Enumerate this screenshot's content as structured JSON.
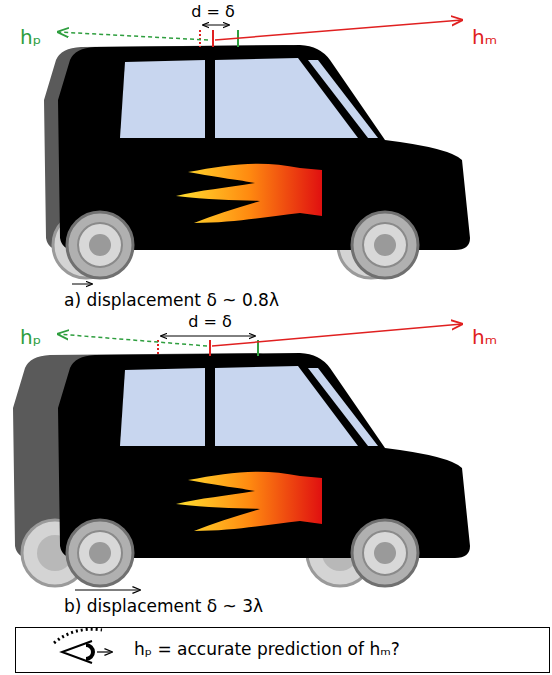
{
  "diagram": {
    "nodes": [
      {
        "text": [
          "hₚ = accurate prediction of hₘ?"
        ]
      }
    ],
    "labels": [
      "d = δ",
      "hₚ",
      "hₘ",
      "a) displacement δ ~ 0.8λ",
      "d = δ",
      "hₚ",
      "hₘ",
      "b) displacement δ ~ 3λ"
    ]
  }
}
